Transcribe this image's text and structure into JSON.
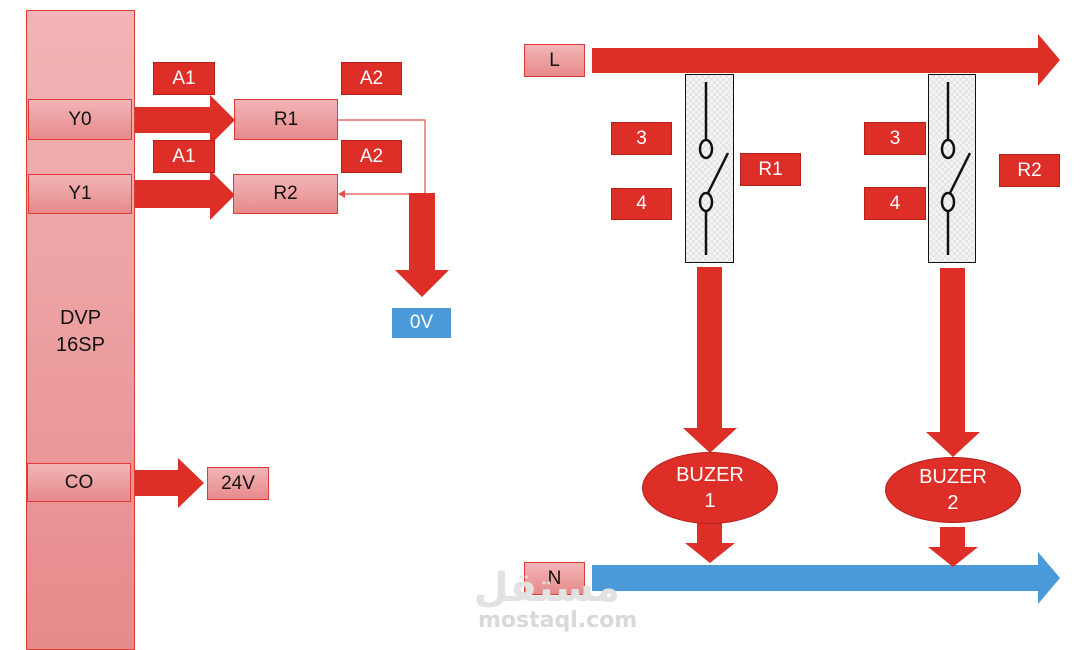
{
  "plc": {
    "name": "DVP\n16SP",
    "outputs": [
      {
        "label": "Y0"
      },
      {
        "label": "Y1"
      }
    ],
    "common": {
      "label": "CO"
    }
  },
  "control_circuit": {
    "relays": [
      {
        "label": "R1",
        "terminal_in": "A1",
        "terminal_out": "A2"
      },
      {
        "label": "R2",
        "terminal_in": "A1",
        "terminal_out": "A2"
      }
    ],
    "supply_common": "24V",
    "return": "0V"
  },
  "power_circuit": {
    "line": "L",
    "neutral": "N",
    "branches": [
      {
        "contact_top": "3",
        "contact_bottom": "4",
        "relay": "R1",
        "load": "BUZER\n1"
      },
      {
        "contact_top": "3",
        "contact_bottom": "4",
        "relay": "R2",
        "load": "BUZER\n2"
      }
    ]
  },
  "colors": {
    "arrow_red": "#dd2e27",
    "neutral_blue": "#4a9ad9",
    "zero_volt_blue": "#4a9ad9",
    "plc_fill": "#ec9fa0"
  },
  "watermark": {
    "arabic": "مستقل",
    "latin": "mostaql.com"
  }
}
